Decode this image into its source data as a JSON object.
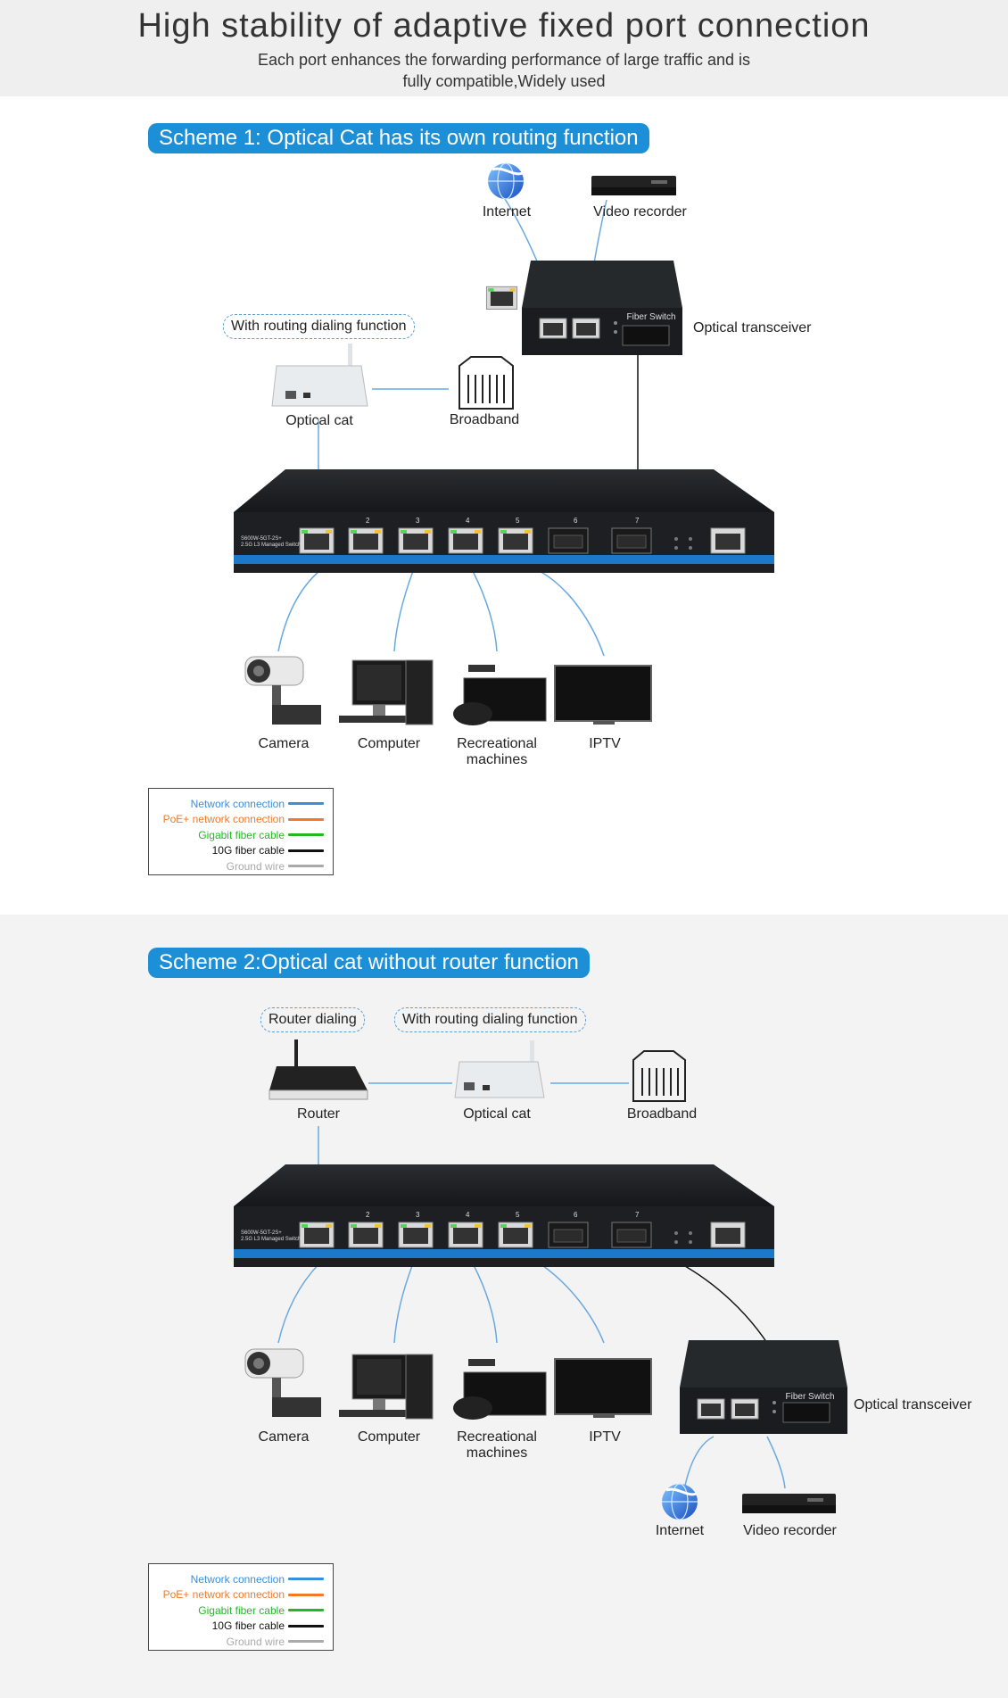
{
  "header": {
    "title": "High stability of adaptive fixed port connection",
    "subtitle_line1": "Each port enhances the forwarding performance of large traffic and is",
    "subtitle_line2": "fully compatible,Widely used"
  },
  "scheme1": {
    "title": "Scheme 1: Optical Cat has its own routing function",
    "internet": "Internet",
    "video_recorder": "Video recorder",
    "optical_transceiver": "Optical transceiver",
    "fiber_switch": "Fiber  Switch",
    "routing_note": "With routing dialing function",
    "optical_cat": "Optical cat",
    "broadband": "Broadband",
    "camera": "Camera",
    "computer": "Computer",
    "rec_line1": "Recreational",
    "rec_line2": "machines",
    "iptv": "IPTV"
  },
  "scheme2": {
    "title": "Scheme 2:Optical cat without router function",
    "router_note": "Router dialing",
    "routing_note": "With routing dialing function",
    "router": "Router",
    "optical_cat": "Optical cat",
    "broadband": "Broadband",
    "camera": "Camera",
    "computer": "Computer",
    "rec_line1": "Recreational",
    "rec_line2": "machines",
    "iptv": "IPTV",
    "optical_transceiver": "Optical transceiver",
    "fiber_switch": "Fiber  Switch",
    "internet": "Internet",
    "video_recorder": "Video recorder"
  },
  "switch": {
    "port_numbers": [
      "2",
      "3",
      "4",
      "5",
      "6",
      "7"
    ],
    "model": "S600W-5GT-2S+",
    "desc": "2.5G L3 Managed Switch"
  },
  "legend": {
    "items": [
      {
        "label": "Network connection",
        "color": "#3a8fdc"
      },
      {
        "label": "PoE+ network connection",
        "color": "#f07a2a"
      },
      {
        "label": "Gigabit fiber cable",
        "color": "#22b922"
      },
      {
        "label": "10G fiber cable",
        "color": "#111111"
      },
      {
        "label": "Ground wire",
        "color": "#aaaaaa"
      }
    ]
  },
  "colors": {
    "accent": "#1c8fd6",
    "network_line": "#6aa9e0",
    "switch_body": "#1d1f22",
    "switch_stripe": "#1c78c9"
  }
}
